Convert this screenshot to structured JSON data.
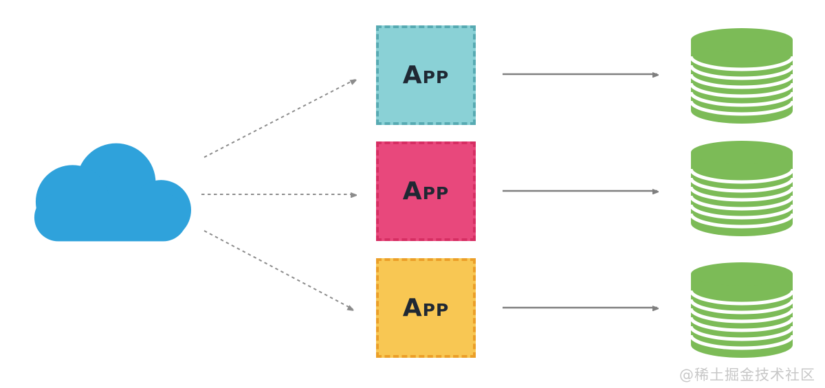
{
  "cloud": {
    "color": "#2FA2DB"
  },
  "apps": [
    {
      "label": "App",
      "fill": "#8AD1D6",
      "border_color": "#57AAB2"
    },
    {
      "label": "App",
      "fill": "#E8487C",
      "border_color": "#D62E63"
    },
    {
      "label": "App",
      "fill": "#F8C753",
      "border_color": "#EB9F28"
    }
  ],
  "databases": [
    {
      "color": "#7CBB57"
    },
    {
      "color": "#7CBB57"
    },
    {
      "color": "#7CBB57"
    }
  ],
  "arrows": {
    "dashed_color": "#8C8C8C",
    "solid_color": "#7F7F7F"
  },
  "watermark": {
    "text": "@稀土掘金技术社区",
    "color": "#C7C7C7"
  }
}
